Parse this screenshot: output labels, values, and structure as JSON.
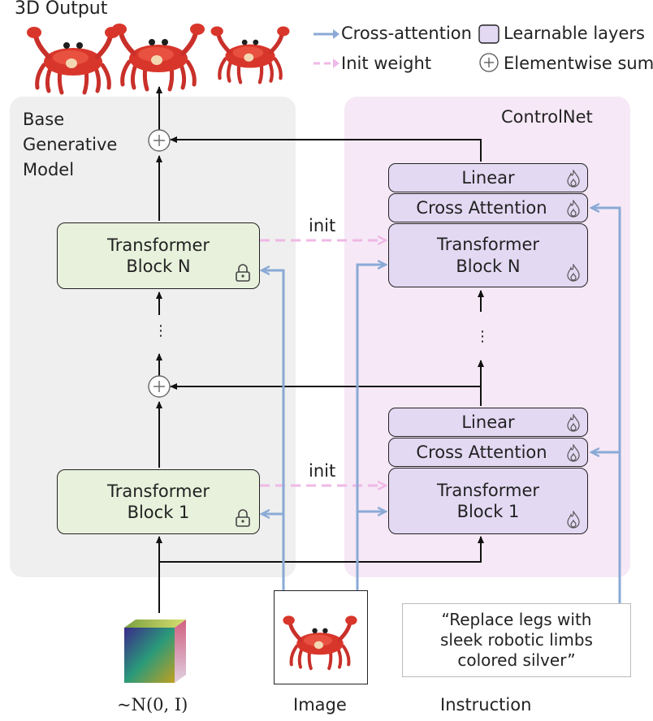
{
  "title": "3D Output",
  "legend": {
    "cross_attention": "Cross-attention",
    "learnable_layers": "Learnable layers",
    "init_weight": "Init weight",
    "elementwise_sum": "Elementwise sum"
  },
  "base_model": {
    "label_line1": "Base",
    "label_line2": "Generative",
    "label_line3": "Model",
    "block_n_line1": "Transformer",
    "block_n_line2": "Block N",
    "block_1_line1": "Transformer",
    "block_1_line2": "Block 1",
    "ellipsis": "⋮"
  },
  "controlnet": {
    "label": "ControlNet",
    "linear": "Linear",
    "cross_attention": "Cross Attention",
    "block_n_line1": "Transformer",
    "block_n_line2": "Block N",
    "block_1_line1": "Transformer",
    "block_1_line2": "Block 1",
    "ellipsis": "⋮"
  },
  "init_label": "init",
  "inputs": {
    "noise": "~N(0, I)",
    "image": "Image",
    "instruction": "Instruction",
    "instruction_text_line1": "“Replace legs with",
    "instruction_text_line2": "sleek robotic limbs",
    "instruction_text_line3": "colored silver”"
  },
  "colors": {
    "base_panel": "#efefef",
    "controlnet_panel": "#f6e8f6",
    "frozen_block": "#e8f1dc",
    "learnable_block": "#e3d9f3",
    "cross_attention_arrow": "#8aaad6",
    "init_arrow": "#efb8e6",
    "crab_red": "#d9362b"
  },
  "icons": [
    "lock-icon",
    "fire-icon",
    "plus-circle-icon",
    "crab-image",
    "noise-cube"
  ]
}
